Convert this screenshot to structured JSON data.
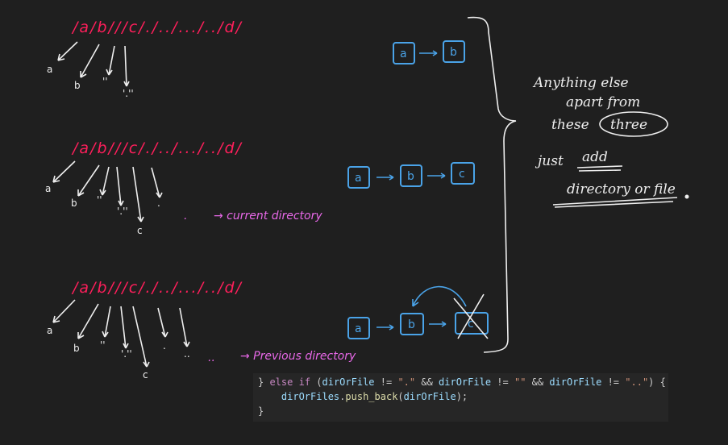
{
  "paths": [
    "/a/b///c/./../.../../d/",
    "/a/b///c/./../.../../d/",
    "/a/b///c/./../.../../d/"
  ],
  "row1_leaves": [
    "a",
    "b",
    "''",
    "'.''"
  ],
  "row2_leaves": [
    "a",
    "b",
    "''",
    "'.''",
    "c",
    "."
  ],
  "row3_leaves": [
    "a",
    "b",
    "''",
    "'.''",
    "c",
    ".",
    ".."
  ],
  "boxes": {
    "row1": [
      "a",
      "b"
    ],
    "row2": [
      "a",
      "b",
      "c"
    ],
    "row3": [
      "a",
      "b",
      "c"
    ]
  },
  "annotations": {
    "current": "→ current directory",
    "current_dot": ".",
    "previous": "→ Previous directory",
    "previous_dots": ".."
  },
  "note": {
    "line1": "Anything else",
    "line2": "apart from",
    "line3": "these",
    "circled": "three",
    "line4": "just",
    "underlined": "add",
    "line5": "directory or file"
  },
  "code": {
    "line1_a": "} ",
    "kw_else": "else",
    "kw_if": "if",
    "line1_b": " (",
    "var": "dirOrFile",
    "ne": " != ",
    "s_dot": "\".\"",
    "and": " && ",
    "s_empty": "\"\"",
    "s_dotdot": "\"..\"",
    "line1_end": ") {",
    "line2_obj": "dirOrFiles",
    "line2_dot": ".",
    "line2_fn": "push_back",
    "line2_open": "(",
    "line2_close": ");",
    "line3": "}"
  },
  "colors": {
    "background": "#1f1f1f",
    "path": "#ff1f5b",
    "box": "#4aa3e8",
    "annotation": "#e868e8",
    "ink": "#eeeeee"
  }
}
